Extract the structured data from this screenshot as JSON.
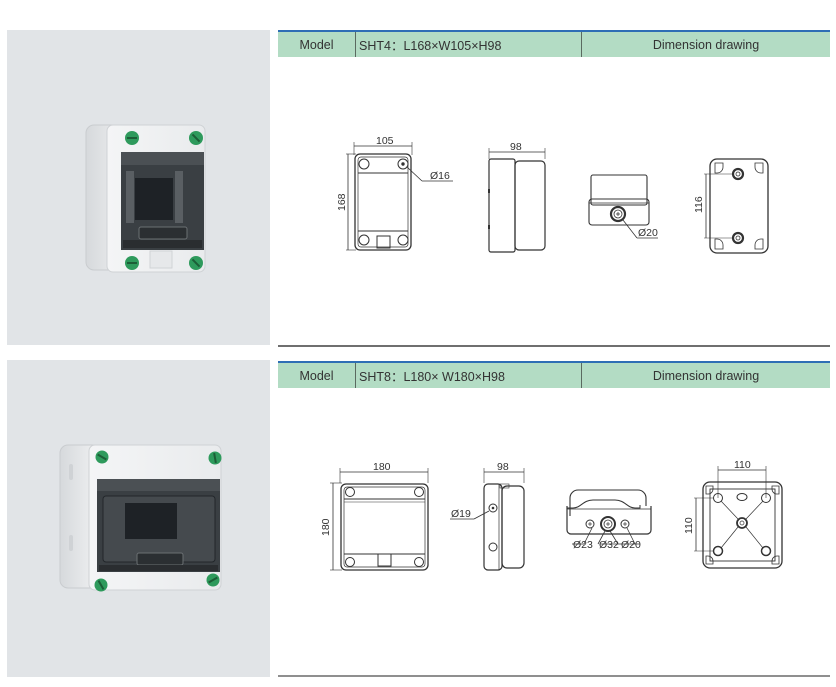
{
  "products": [
    {
      "header": {
        "model_label": "Model",
        "spec": "SHT4：L168×W105×H98",
        "drawing_label": "Dimension drawing"
      },
      "photo": {
        "description": "SHT4 enclosure product photo",
        "background": "#e1e4e7",
        "screw_color": "#2e9a5c"
      },
      "dimensions": {
        "front_width": "105",
        "front_height": "168",
        "front_hole": "Ø16",
        "side_depth": "98",
        "bottom_hole": "Ø20",
        "rear_spacing": "116"
      }
    },
    {
      "header": {
        "model_label": "Model",
        "spec": "SHT8：L180× W180×H98",
        "drawing_label": "Dimension drawing"
      },
      "photo": {
        "description": "SHT8 enclosure product photo",
        "background": "#e1e4e7",
        "screw_color": "#2e9a5c"
      },
      "dimensions": {
        "front_width": "180",
        "front_height": "180",
        "side_depth": "98",
        "side_hole": "Ø19",
        "bottom_hole_left": "Ø23",
        "bottom_hole_center": "Ø32",
        "bottom_hole_right": "Ø20",
        "rear_width": "110",
        "rear_height": "110"
      }
    }
  ],
  "colors": {
    "header_bg": "#b3dcc4",
    "header_top_border": "#2e6eb5",
    "panel_bg": "#e1e4e7",
    "line": "#333333"
  }
}
